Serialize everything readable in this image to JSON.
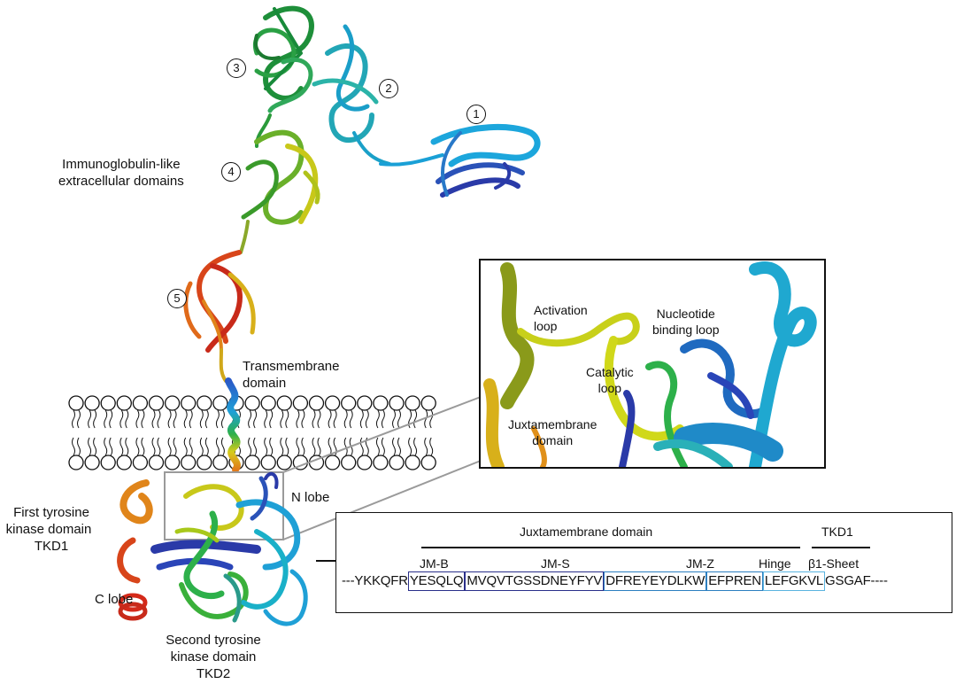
{
  "labels": {
    "ig_domains": [
      "Immunoglobulin-like",
      "extracellular domains"
    ],
    "transmembrane": [
      "Transmembrane",
      "domain"
    ],
    "n_lobe": "N lobe",
    "c_lobe": "C lobe",
    "tkd1": [
      "First tyrosine",
      "kinase domain",
      "TKD1"
    ],
    "tkd2": [
      "Second tyrosine",
      "kinase domain",
      "TKD2"
    ]
  },
  "domain_numbers": [
    "1",
    "2",
    "3",
    "4",
    "5"
  ],
  "inset": {
    "activation_loop": [
      "Activation",
      "loop"
    ],
    "nucleotide_loop": [
      "Nucleotide",
      "binding loop"
    ],
    "catalytic_loop": [
      "Catalytic",
      "loop"
    ],
    "juxtamembrane": [
      "Juxtamembrane",
      "domain"
    ]
  },
  "sequence": {
    "header_jm": "Juxtamembrane domain",
    "header_tkd1": "TKD1",
    "sub_jmb": "JM-B",
    "sub_jms": "JM-S",
    "sub_jmz": "JM-Z",
    "sub_hinge": "Hinge",
    "sub_b1": "β1-Sheet",
    "prefix": "---YKKQFR",
    "jmb": "YESQLQ",
    "jms": "MVQVTGSSDNEYFYV",
    "jmz": "DFREYEYDLKW",
    "hinge": "EFPREN",
    "b1": "LEFGKVL",
    "suffix": "GSGAF----"
  },
  "colors": {
    "blue": "#2a35a8",
    "cyan": "#1fa0d6",
    "green": "#1f9a45",
    "yellow": "#c9cc1a",
    "orange": "#e08a1a",
    "red": "#d42a1a"
  }
}
